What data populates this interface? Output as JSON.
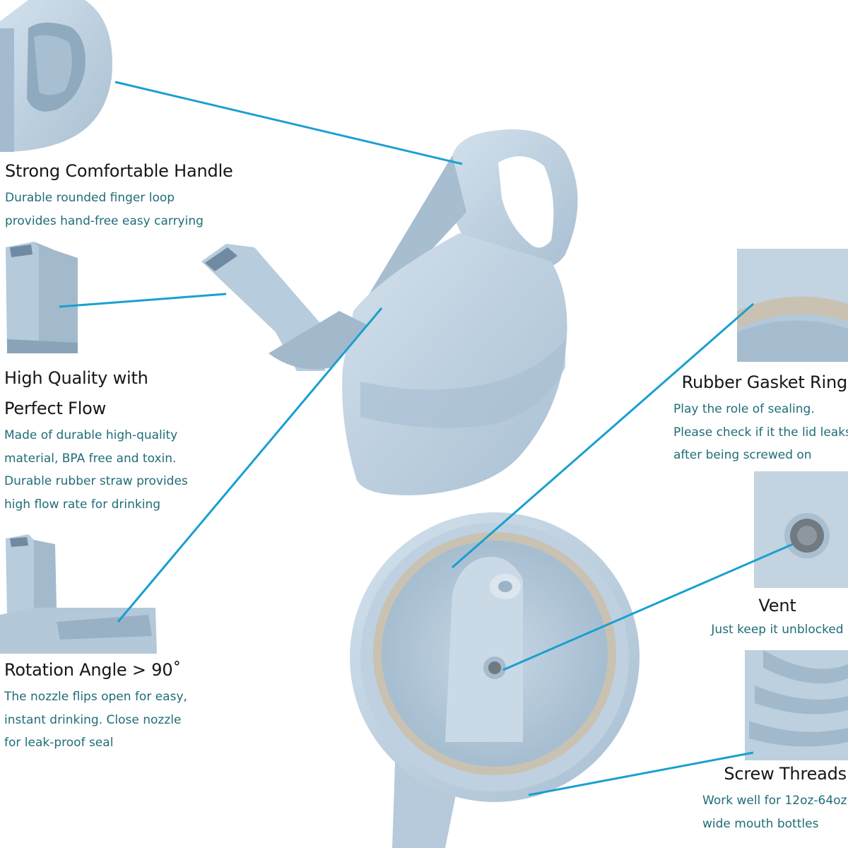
{
  "colors": {
    "callout_line": "#19a0cf",
    "plastic": "#b9cddd",
    "plastic_shadow": "#8ea9bf",
    "gasket": "#c8c2b2",
    "title_text": "#161616",
    "desc_text": "#1f6d78"
  },
  "features": {
    "handle": {
      "title": "Strong Comfortable Handle",
      "desc": [
        "Durable rounded finger loop",
        "provides  hand-free easy carrying"
      ]
    },
    "flow": {
      "title": [
        "High Quality with",
        "Perfect Flow"
      ],
      "desc": [
        "Made of durable high-quality",
        "material, BPA free and toxin.",
        "Durable rubber straw provides",
        "high flow rate for drinking"
      ]
    },
    "rotation": {
      "title": "Rotation Angle > 90˚",
      "desc": [
        "The nozzle flips open for easy,",
        "instant drinking. Close nozzle",
        "for leak-proof seal"
      ]
    },
    "gasket": {
      "title": "Rubber Gasket Ring",
      "desc": [
        "Play the role of sealing.",
        "Please check if it the lid leaks",
        "after being screwed on"
      ]
    },
    "vent": {
      "title": "Vent",
      "desc": "Just keep it unblocked"
    },
    "threads": {
      "title": "Screw Threads",
      "desc": [
        "Work well for 12oz-64oz",
        "wide mouth bottles"
      ]
    }
  }
}
